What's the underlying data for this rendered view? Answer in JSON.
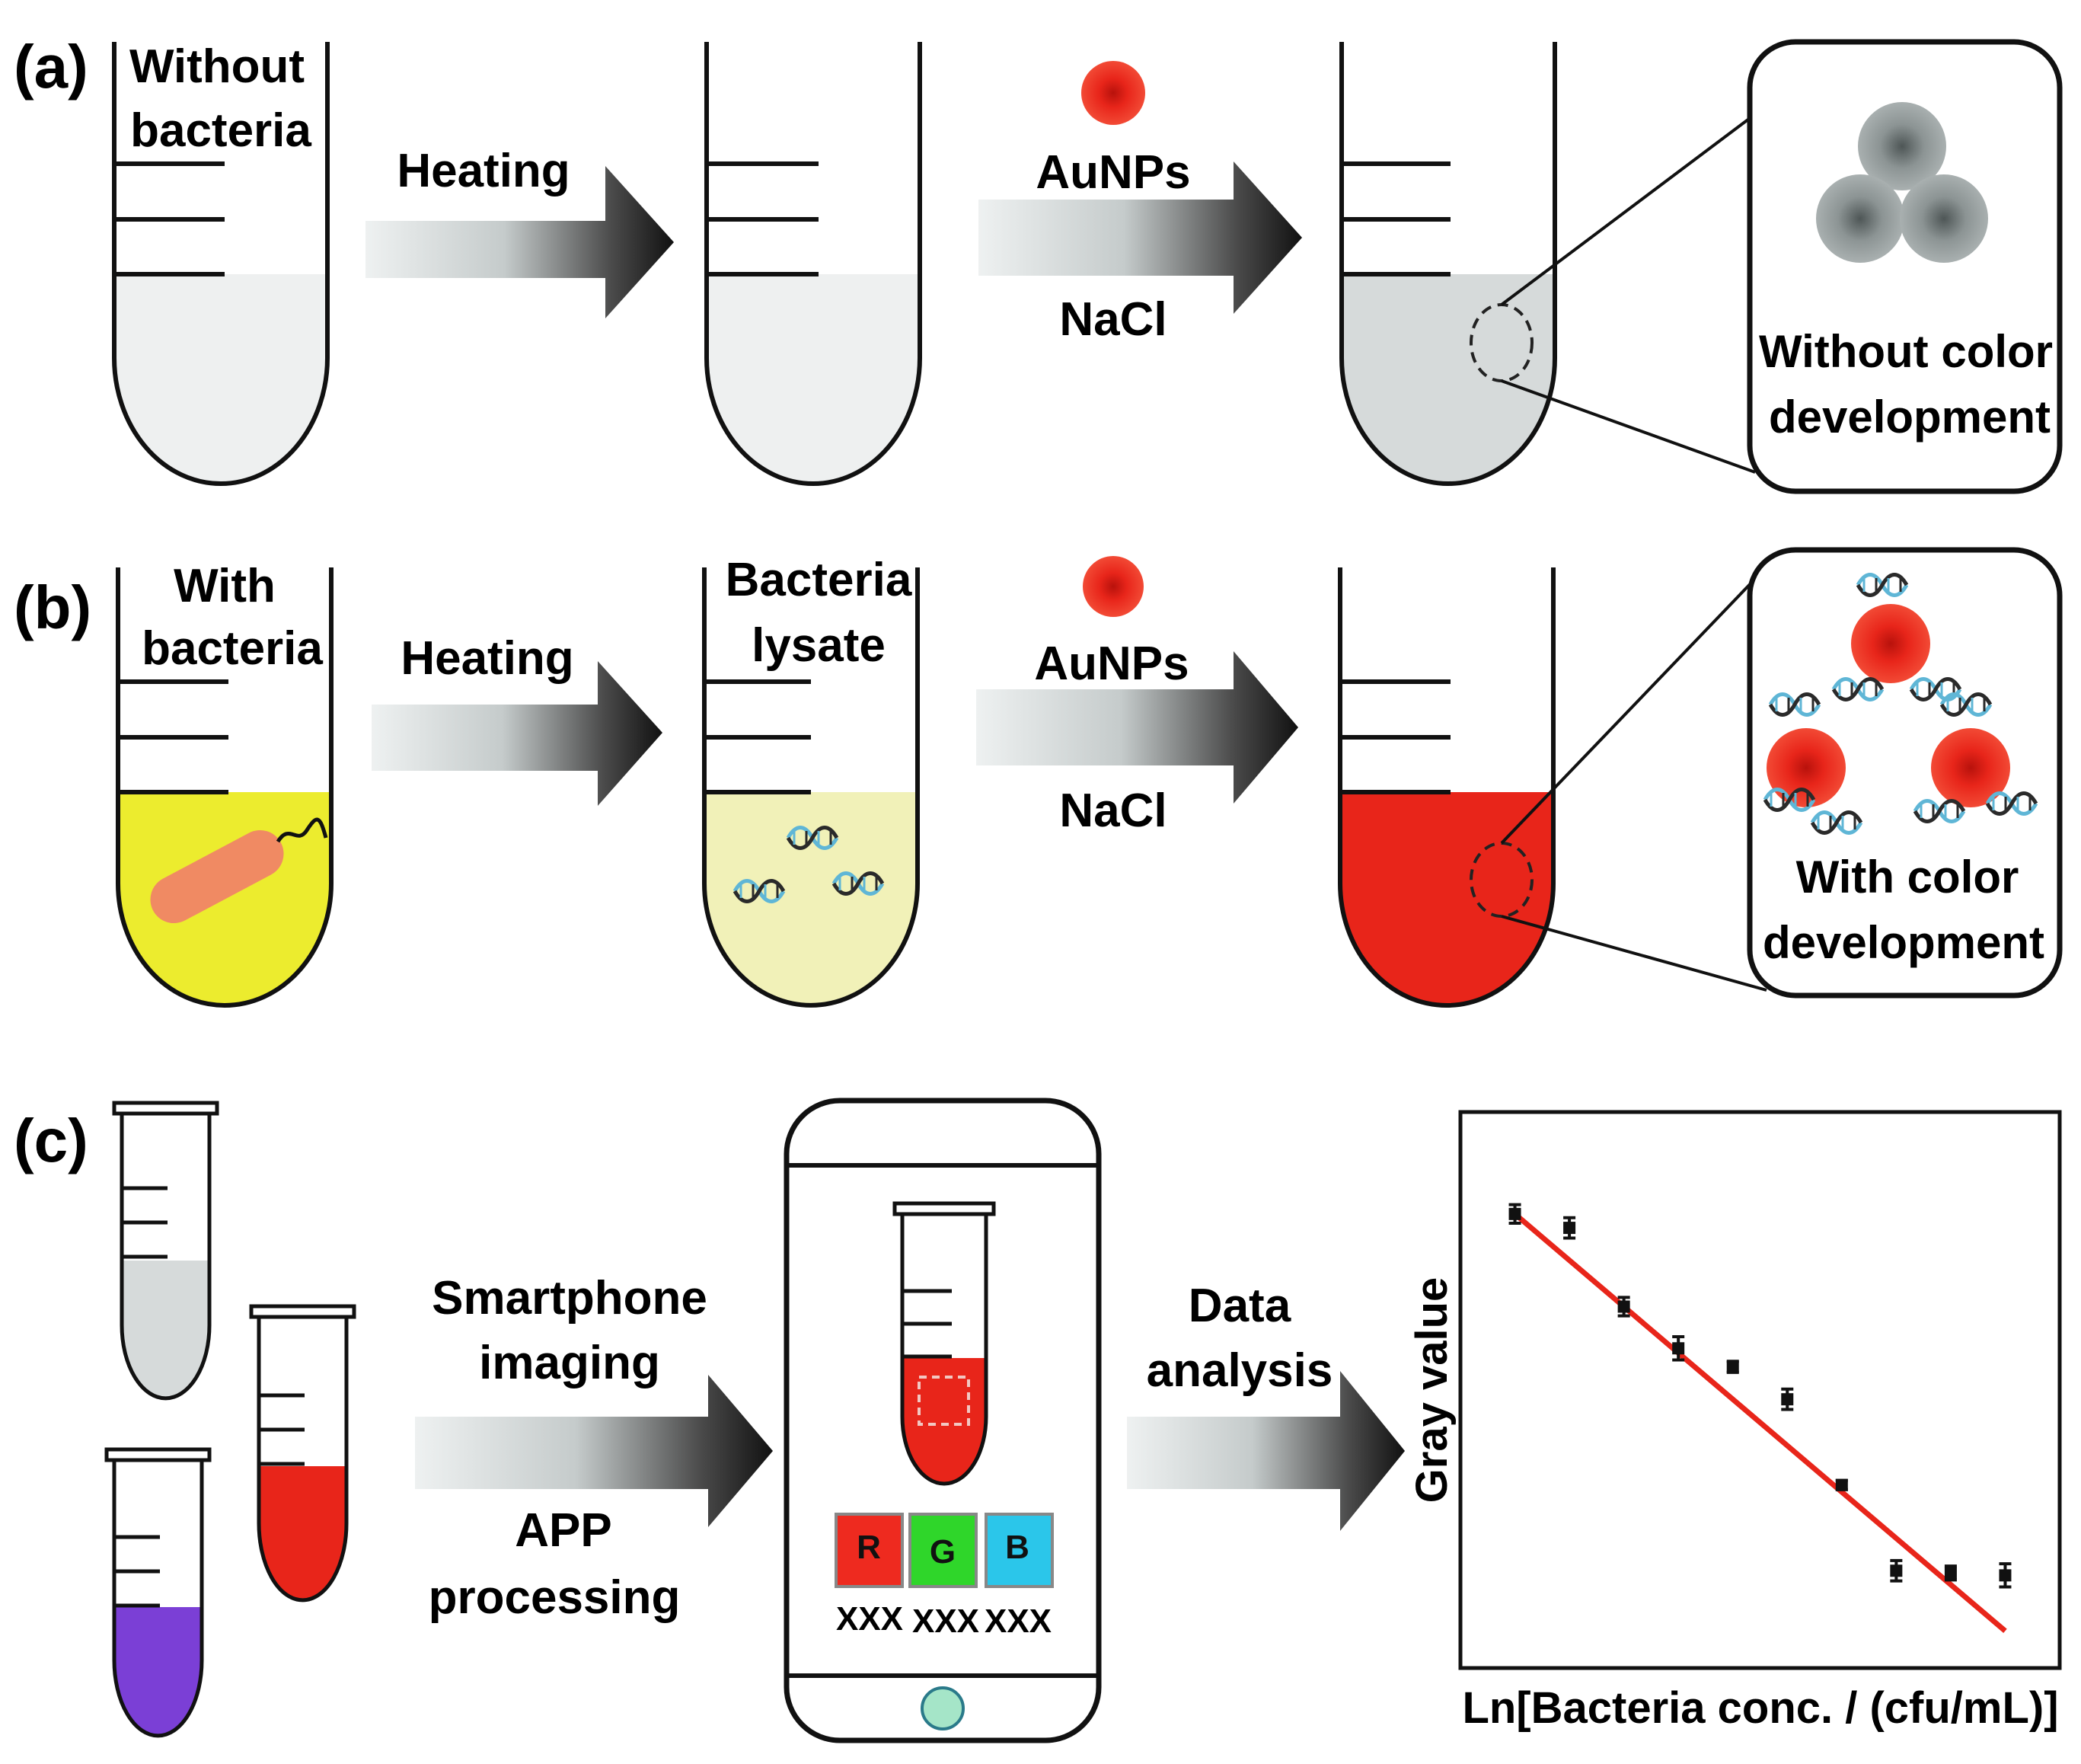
{
  "panels": {
    "a": {
      "label": "(a)",
      "tube1_label": [
        "Without",
        "bacteria"
      ],
      "arrow1_label": "Heating",
      "arrow2_top": "AuNPs",
      "arrow2_bottom": "NaCl",
      "zoom_label": [
        "Without color",
        "development"
      ]
    },
    "b": {
      "label": "(b)",
      "tube1_label": [
        "With",
        "bacteria"
      ],
      "arrow1_label": "Heating",
      "tube2_label": [
        "Bacteria",
        "lysate"
      ],
      "arrow2_top": "AuNPs",
      "arrow2_bottom": "NaCl",
      "zoom_label": [
        "With color",
        "development"
      ]
    },
    "c": {
      "label": "(c)",
      "arrow1_top": [
        "Smartphone",
        "imaging"
      ],
      "arrow1_bottom": [
        "APP",
        "processing"
      ],
      "channels": [
        {
          "letter": "R",
          "value": "XXX",
          "color": "#ee2a1f"
        },
        {
          "letter": "G",
          "value": "XXX",
          "color": "#2fd62a"
        },
        {
          "letter": "B",
          "value": "XXX",
          "color": "#2bc6ea"
        }
      ],
      "arrow2_label": [
        "Data",
        "analysis"
      ]
    }
  },
  "colors": {
    "au_red": "#e8251a",
    "yellow": "#ecec2e",
    "pale_yellow": "#f1f1b8",
    "gray_liquid": "#d6dada",
    "pale_liquid": "#eef0f0",
    "purple": "#7b3fd6",
    "dna_blue": "#5fb6d6"
  },
  "chart_data": {
    "type": "scatter",
    "xlabel": "Ln[Bacteria conc. / (cfu/mL)]",
    "ylabel": "Gray value",
    "x": [
      1,
      2,
      3,
      4,
      5,
      6,
      7,
      8,
      9,
      10
    ],
    "values": [
      8.8,
      8.5,
      6.8,
      5.9,
      5.5,
      4.8,
      2.95,
      1.1,
      1.05,
      1.0
    ],
    "err": [
      0.2,
      0.22,
      0.2,
      0.25,
      0.12,
      0.22,
      0.1,
      0.22,
      0.15,
      0.25
    ],
    "fit_line": {
      "x": [
        1,
        10
      ],
      "y": [
        8.8,
        -0.2
      ],
      "color": "#e8251a"
    },
    "xlim": [
      0,
      11
    ],
    "ylim": [
      -1.0,
      11.0
    ],
    "grid": false
  }
}
